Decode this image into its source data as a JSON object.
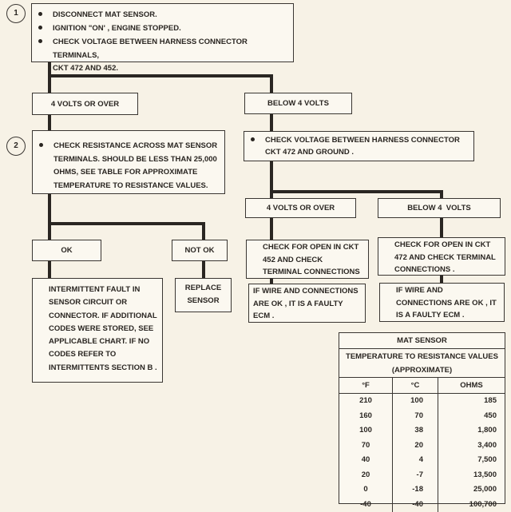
{
  "step1": {
    "number": "1",
    "bullets": [
      "DISCONNECT MAT SENSOR.",
      "IGNITION \"ON' , ENGINE STOPPED.",
      "CHECK VOLTAGE BETWEEN HARNESS CONNECTOR TERMINALS,"
    ],
    "bullet3_cont": "CKT 472 AND 452."
  },
  "branch1": {
    "left": "4 VOLTS OR OVER",
    "right": "BELOW 4 VOLTS"
  },
  "step2": {
    "number": "2",
    "lines": [
      "CHECK RESISTANCE ACROSS MAT SENSOR",
      "TERMINALS. SHOULD BE LESS THAN 25,000",
      "OHMS, SEE TABLE FOR APPROXIMATE",
      "TEMPERATURE TO RESISTANCE VALUES."
    ]
  },
  "step_ground": {
    "lines": [
      "CHECK VOLTAGE BETWEEN HARNESS CONNECTOR",
      "CKT 472 AND GROUND ."
    ]
  },
  "branch2": {
    "left": "4 VOLTS OR OVER",
    "right": "BELOW 4  VOLTS"
  },
  "open452": {
    "lines": [
      "CHECK FOR OPEN IN CKT",
      "452 AND CHECK",
      "TERMINAL CONNECTIONS"
    ]
  },
  "open472": {
    "lines": [
      "CHECK FOR OPEN IN CKT",
      "472 AND CHECK TERMINAL",
      "CONNECTIONS ."
    ]
  },
  "faulty1": {
    "lines": [
      "IF WIRE AND CONNECTIONS",
      "ARE OK , IT IS A FAULTY",
      "ECM ."
    ]
  },
  "faulty2": {
    "lines": [
      "IF WIRE AND",
      "CONNECTIONS ARE OK , IT",
      "IS A FAULTY ECM ."
    ]
  },
  "branch3": {
    "ok": "OK",
    "not_ok": "NOT OK"
  },
  "intermittent": {
    "lines": [
      "INTERMITTENT FAULT IN",
      "SENSOR CIRCUIT OR",
      "CONNECTOR. IF ADDITIONAL",
      "CODES WERE STORED, SEE",
      "APPLICABLE CHART. IF NO",
      "CODES REFER TO",
      "INTERMITTENTS SECTION B ."
    ]
  },
  "replace": {
    "lines": [
      "REPLACE",
      "SENSOR"
    ]
  },
  "table": {
    "title": "MAT SENSOR",
    "subtitle": "TEMPERATURE TO RESISTANCE VALUES",
    "note": "(APPROXIMATE)",
    "headers": [
      "°F",
      "°C",
      "OHMS"
    ],
    "rows": [
      [
        "210",
        "100",
        "185"
      ],
      [
        "160",
        "70",
        "450"
      ],
      [
        "100",
        "38",
        "1,800"
      ],
      [
        "70",
        "20",
        "3,400"
      ],
      [
        "40",
        "4",
        "7,500"
      ],
      [
        "20",
        "-7",
        "13,500"
      ],
      [
        "0",
        "-18",
        "25,000"
      ],
      [
        "-40",
        "-40",
        "100,700"
      ]
    ]
  }
}
